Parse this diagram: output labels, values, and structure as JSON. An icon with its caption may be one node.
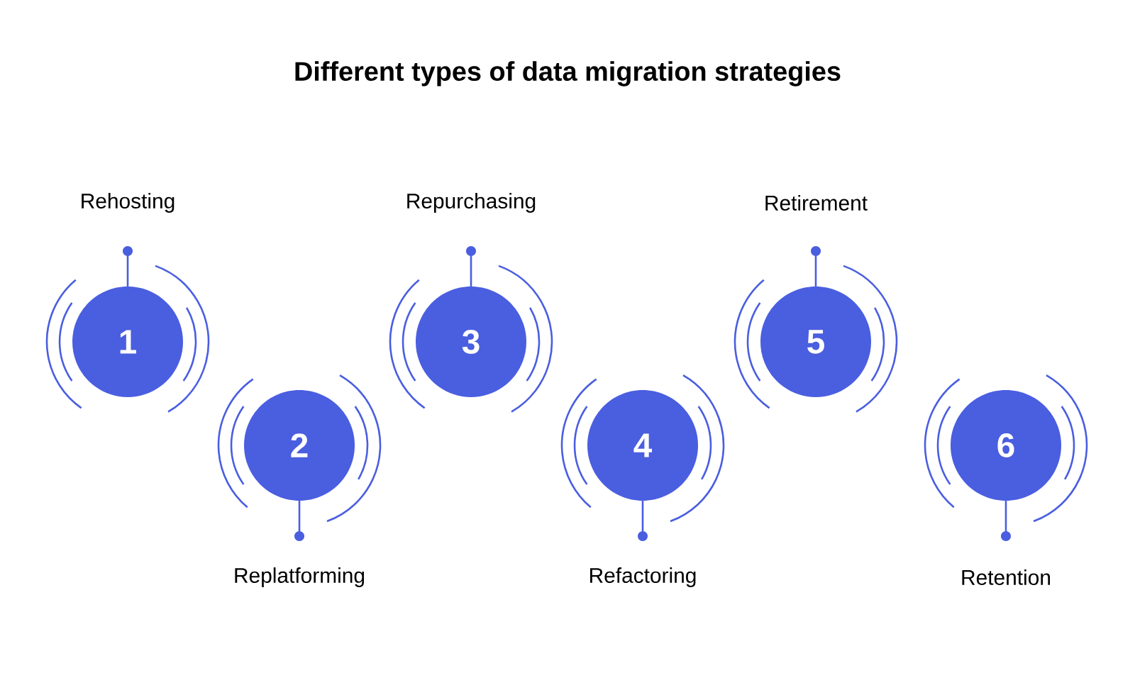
{
  "diagram": {
    "title": "Different types of data migration strategies",
    "nodes": [
      {
        "text": [
          "1"
        ],
        "beside": [
          "Rehosting"
        ]
      },
      {
        "text": [
          "2"
        ],
        "beside": [
          "Replatforming"
        ]
      },
      {
        "text": [
          "3"
        ],
        "beside": [
          "Repurchasing"
        ]
      },
      {
        "text": [
          "4"
        ],
        "beside": [
          "Refactoring"
        ]
      },
      {
        "text": [
          "5"
        ],
        "beside": [
          "Retirement"
        ]
      },
      {
        "text": [
          "6"
        ],
        "beside": [
          "Retention"
        ]
      }
    ]
  }
}
